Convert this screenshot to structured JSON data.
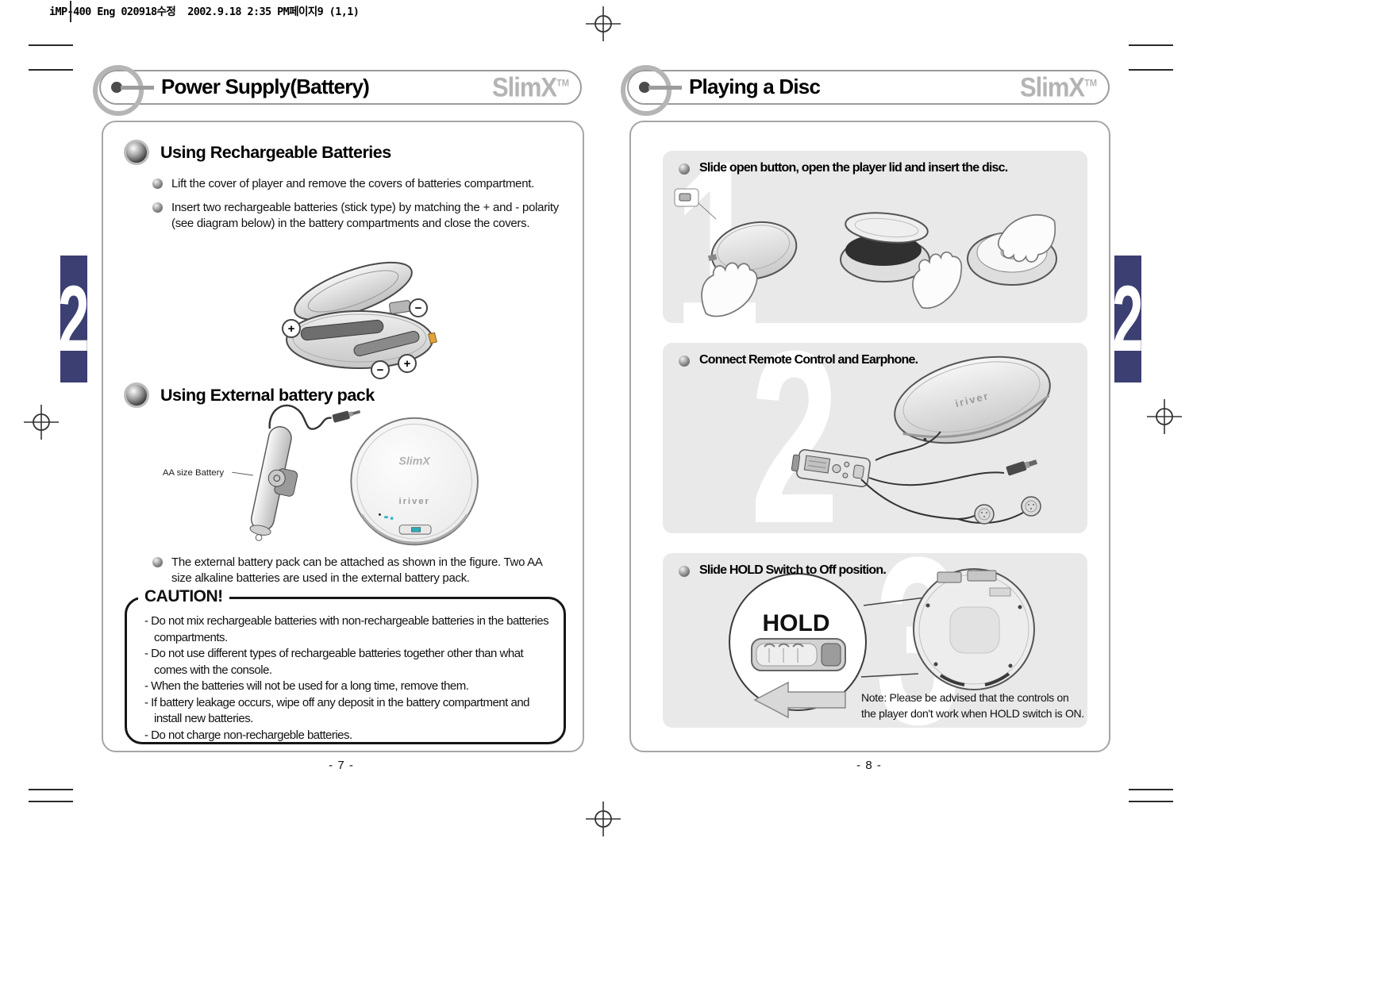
{
  "print_header": "iMP-400 Eng 020918수정  2002.9.18 2:35 PM페이지9 (1,1)",
  "brand": {
    "name": "SlimX",
    "tm": "TM"
  },
  "chapter_tab": {
    "number": "2"
  },
  "colors": {
    "tab_navy": "#3b3f72",
    "panel_gray": "#e9e9e9",
    "logo_gray": "#b4b4b4"
  },
  "left_page": {
    "title": "Power Supply(Battery)",
    "section_rechargeable": {
      "heading": "Using Rechargeable Batteries",
      "bullet1": "Lift the cover of player and remove the covers of batteries compartment.",
      "bullet2": "Insert two rechargeable batteries (stick type) by matching the + and - polarity (see diagram below) in the battery compartments and close the covers.",
      "polarity_badges": [
        "+",
        "−",
        "−",
        "+"
      ]
    },
    "section_external": {
      "heading": "Using External battery pack",
      "battery_label": "AA size Battery",
      "player_logo": "SlimX",
      "player_brand": "iriver",
      "bullet": "The external battery pack can be attached as shown in the figure. Two AA size alkaline batteries are used in the external battery pack."
    },
    "caution": {
      "title": "CAUTION!",
      "items": [
        "- Do not mix rechargeable batteries with non-rechargeable batteries in the batteries compartments.",
        "- Do not use different types of rechargeable batteries together other than what comes with the console.",
        "- When the batteries will not be used for a long time, remove them.",
        "- If battery leakage occurs, wipe off any deposit in the battery compartment and install new batteries.",
        "- Do not charge non-rechargeble batteries."
      ]
    },
    "page_number": "- 7 -"
  },
  "right_page": {
    "title": "Playing a Disc",
    "steps": [
      {
        "number": "1",
        "text": "Slide open button, open the player lid and insert the disc."
      },
      {
        "number": "2",
        "text": "Connect Remote Control and Earphone."
      },
      {
        "number": "3",
        "text": "Slide HOLD Switch to Off position."
      }
    ],
    "hold_label": "HOLD",
    "player_brand": "iriver",
    "note_line1": "Note: Please be advised that the controls on",
    "note_line2": "the player don't work when HOLD switch is ON.",
    "page_number": "- 8 -"
  }
}
